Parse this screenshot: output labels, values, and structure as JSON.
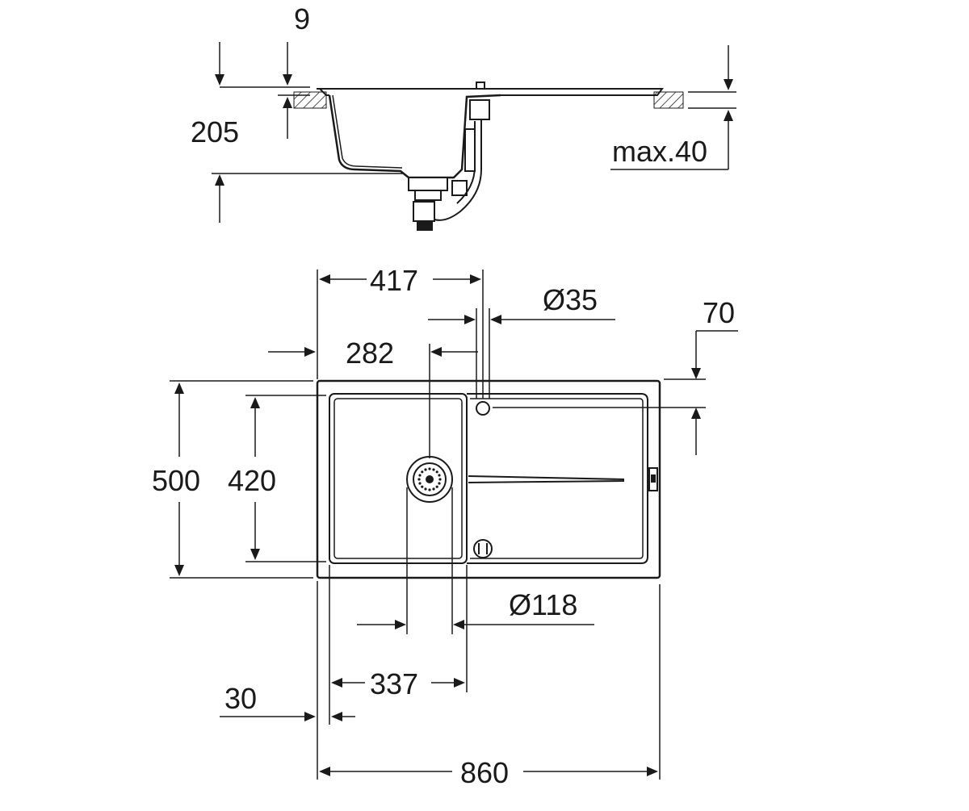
{
  "side_view": {
    "dim_rim_thickness": "9",
    "dim_depth": "205",
    "dim_worktop_max": "max.40"
  },
  "top_view": {
    "dim_tap_from_left": "417",
    "dim_tap_hole_diameter": "Ø35",
    "dim_tap_from_back": "70",
    "dim_waste_from_left": "282",
    "dim_overall_depth": "500",
    "dim_bowl_depth": "420",
    "dim_waste_diameter": "Ø118",
    "dim_bowl_width": "337",
    "dim_rim_offset": "30",
    "dim_overall_width": "860"
  }
}
